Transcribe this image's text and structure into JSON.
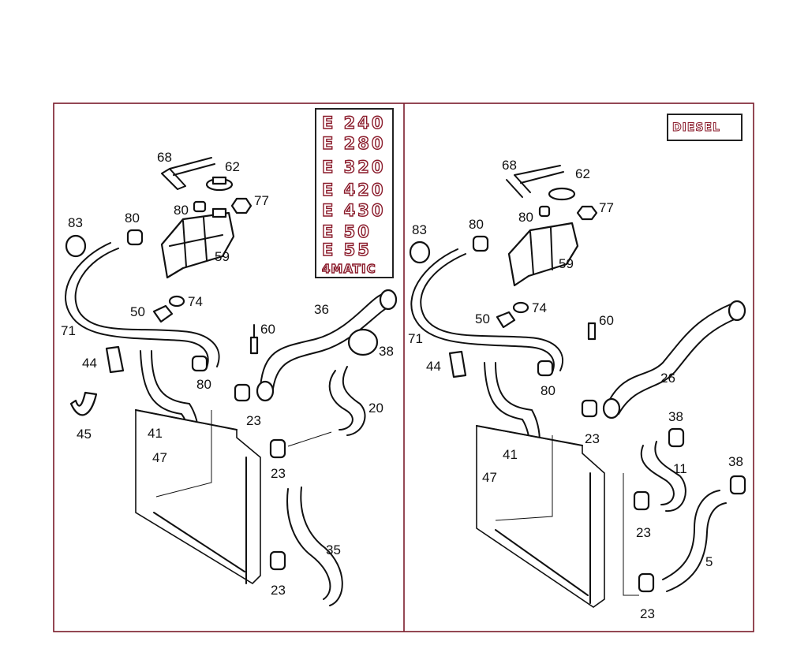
{
  "left_panel": {
    "model_badges": [
      "E 240",
      "E 280",
      "E 320",
      "E 420",
      "E 430",
      "E 50",
      "E 55",
      "4MATIC"
    ],
    "callouts": {
      "c68": "68",
      "c62": "62",
      "c77": "77",
      "c80a": "80",
      "c83": "83",
      "c80b": "80",
      "c59": "59",
      "c50": "50",
      "c74": "74",
      "c71": "71",
      "c36": "36",
      "c60": "60",
      "c38": "38",
      "c44": "44",
      "c80c": "80",
      "c45": "45",
      "c41": "41",
      "c23a": "23",
      "c20": "20",
      "c47": "47",
      "c23b": "23",
      "c35": "35",
      "c23c": "23"
    }
  },
  "right_panel": {
    "badge": "DIESEL",
    "callouts": {
      "c68": "68",
      "c62": "62",
      "c80a": "80",
      "c77": "77",
      "c83": "83",
      "c80b": "80",
      "c59": "59",
      "c50": "50",
      "c74": "74",
      "c60": "60",
      "c71": "71",
      "c26": "26",
      "c44": "44",
      "c80c": "80",
      "c38a": "38",
      "c23a": "23",
      "c41": "41",
      "c11": "11",
      "c38b": "38",
      "c47": "47",
      "c23b": "23",
      "c5": "5",
      "c23c": "23"
    }
  },
  "colors": {
    "frame": "#7a1a2a",
    "badge_outline": "#8a1a2a",
    "line": "#111111"
  }
}
